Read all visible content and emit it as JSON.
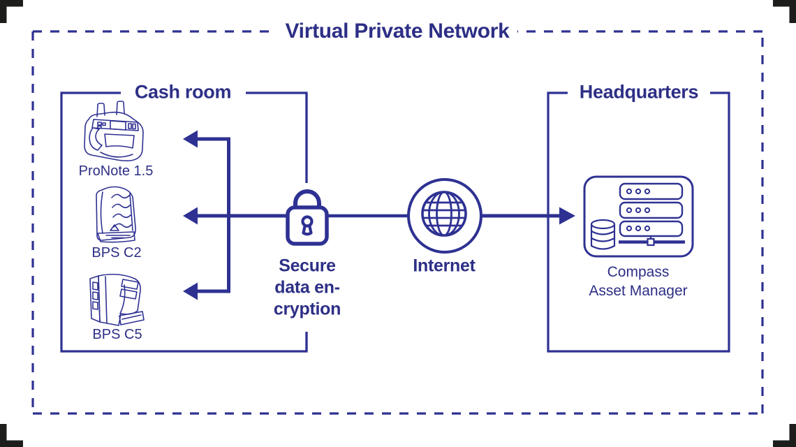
{
  "colors": {
    "primary": "#2e3192",
    "text": "#2d2f86",
    "crop_mark": "#1d1d1b",
    "background": "#ffffff"
  },
  "vpn": {
    "title": "Virtual Private Network",
    "border_style": "dashed"
  },
  "cash_room": {
    "label": "Cash room",
    "devices": [
      {
        "label": "ProNote 1.5",
        "icon": "banknote-counter-icon"
      },
      {
        "label": "BPS C2",
        "icon": "banknote-processor-icon"
      },
      {
        "label": "BPS C5",
        "icon": "banknote-sorter-icon"
      }
    ]
  },
  "encryption": {
    "icon": "padlock-icon",
    "lines": [
      "Secure",
      "data en-",
      "cryption"
    ]
  },
  "internet": {
    "icon": "globe-icon",
    "label": "Internet"
  },
  "headquarters": {
    "label": "Headquarters",
    "system": {
      "icon": "server-database-icon",
      "lines": [
        "Compass",
        "Asset Manager"
      ]
    }
  }
}
